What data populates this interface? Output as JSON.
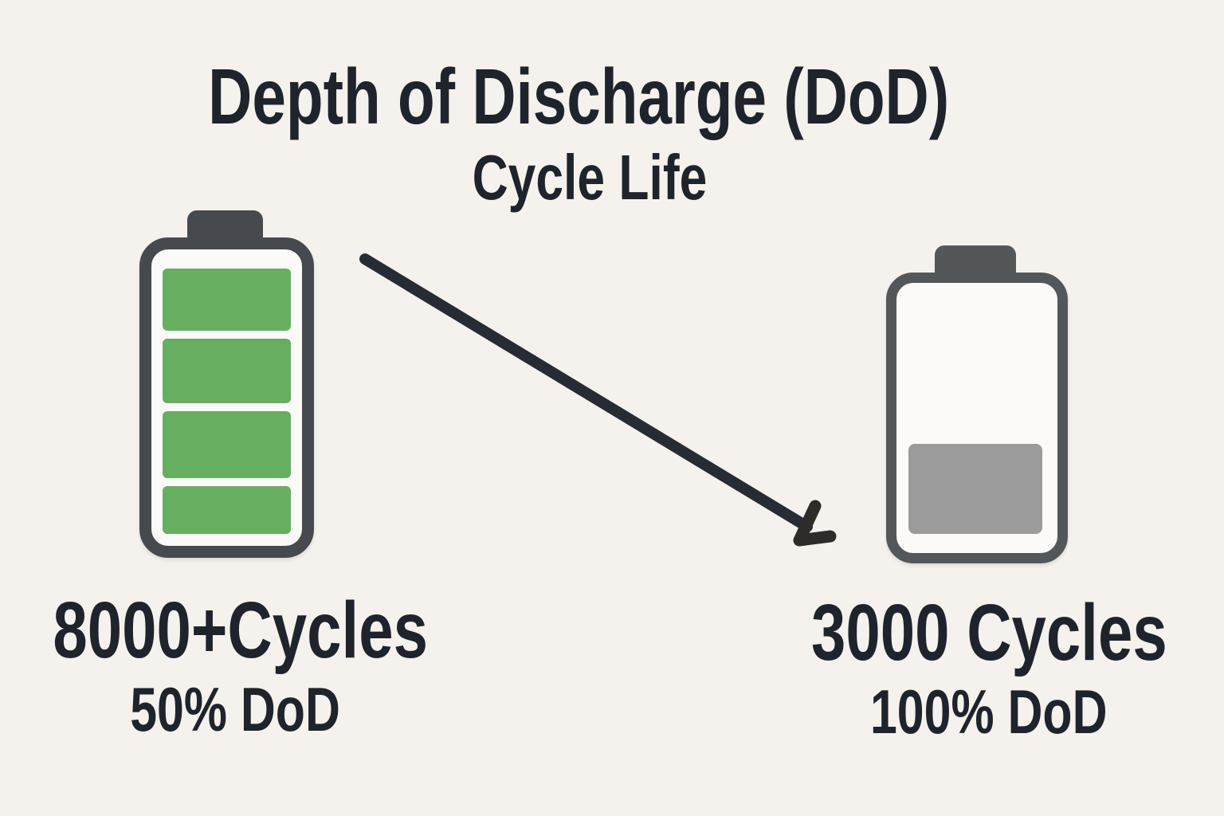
{
  "title": "Depth of Discharge (DoD)",
  "subtitle": "Cycle Life",
  "left_battery": {
    "cycles_label": "8000+Cycles",
    "dod_label": "50% DoD",
    "charge_level": "full",
    "filled_bar_count": 4
  },
  "right_battery": {
    "cycles_label": "3000 Cycles",
    "dod_label": "100% DoD",
    "charge_level": "low",
    "filled_bar_count": 1
  },
  "arrow": {
    "icon": "decrease-arrow-icon",
    "direction": "down-right"
  },
  "colors": {
    "background": "#f5f2ed",
    "text": "#1f232c",
    "battery_outline": "#46494d",
    "battery_outline_light": "#54575a",
    "battery_interior": "#fbfaf8",
    "green_fill": "#68ae61",
    "gray_fill": "#9b9b9b",
    "arrow": "#272b33",
    "arrow_head": "#2e2b28"
  }
}
